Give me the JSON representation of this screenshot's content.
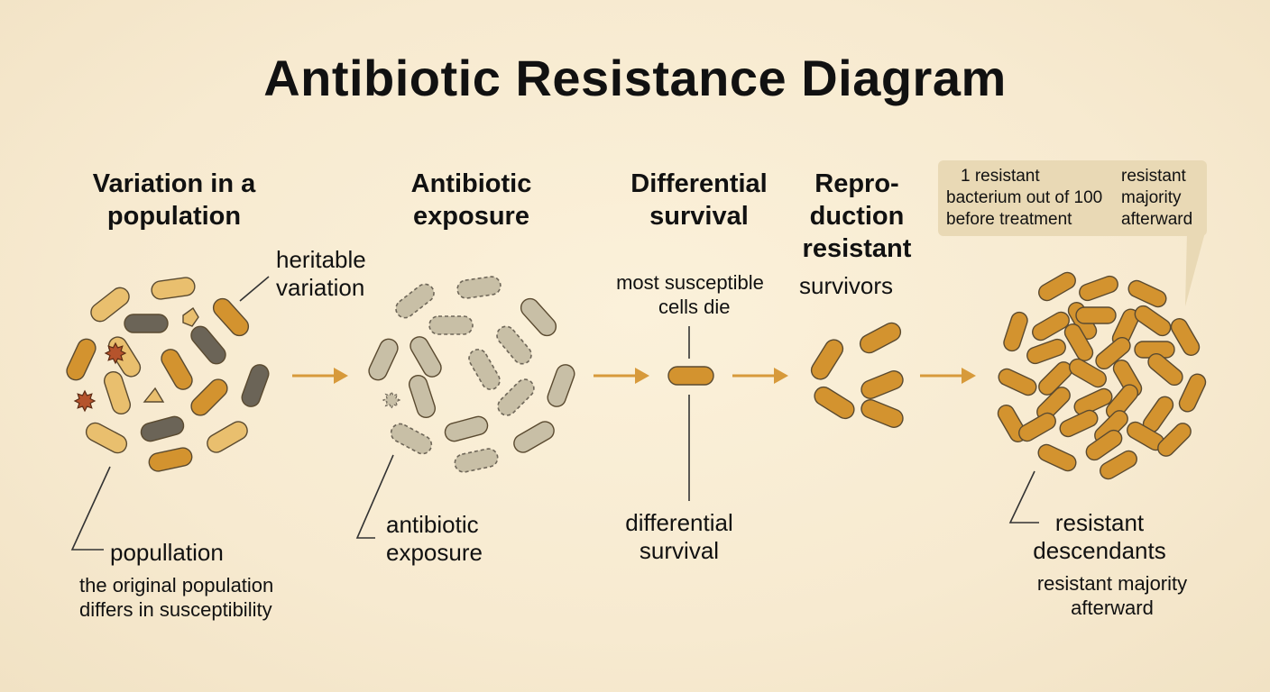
{
  "title": "Antibiotic Resistance Diagram",
  "stages": [
    {
      "heading_lines": [
        "Variation in a",
        "population"
      ]
    },
    {
      "heading_lines": [
        "Antibiotic",
        "exposure"
      ]
    },
    {
      "heading_lines": [
        "Differential",
        "survival"
      ]
    },
    {
      "heading_lines": [
        "Repro-",
        "duction",
        "resistant"
      ],
      "subheading": "survivors"
    }
  ],
  "labels": {
    "heritable_lines": [
      "heritable",
      "variation"
    ],
    "population_label": "popullation",
    "population_note_lines": [
      "the original population",
      "differs in susceptibility"
    ],
    "exposure_lines": [
      "antibiotic",
      "exposure"
    ],
    "susceptible_lines": [
      "most susceptible",
      "cells die"
    ],
    "survival_lines": [
      "differential",
      "survival"
    ],
    "descendants_lines": [
      "resistant",
      "descendants"
    ],
    "majority_lines": [
      "resistant majority",
      "afterward"
    ]
  },
  "callout": {
    "left_lines": [
      "1 resistant",
      "bacterium out of 100",
      "before treatment"
    ],
    "right_lines": [
      "resistant",
      "majority",
      "afterward"
    ]
  },
  "colors": {
    "resistant": "#d3932f",
    "light_susceptible": "#e9bf6e",
    "dark_variant": "#6b6457",
    "killed": "#c8bfa6",
    "arrow": "#d79a3b",
    "spiky": "#b5532c",
    "background": "#f7ead0"
  },
  "icons": [
    "bacterium-icon",
    "spiky-cell-icon",
    "arrow-right-icon"
  ]
}
